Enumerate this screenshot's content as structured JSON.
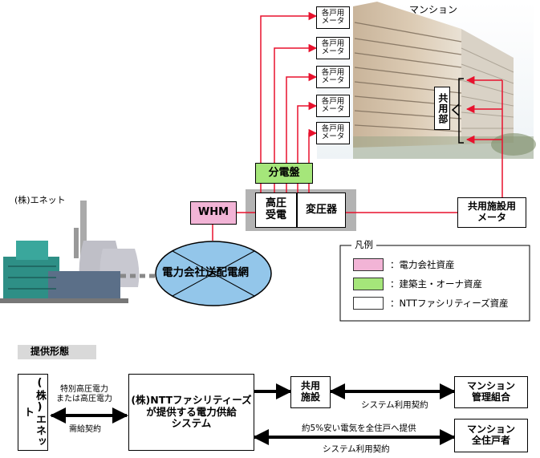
{
  "top": {
    "company_label": "(株)エネット",
    "building_label": "マンション",
    "meter_label": "各戸用\nメータ",
    "common_area_label": "共用部",
    "distribution_panel": "分電盤",
    "hv_receiving": "高圧\n受電",
    "transformer": "変圧器",
    "whm": "WHM",
    "grid": "電力会社送配電網",
    "common_meter": "共用施設用\nメータ"
  },
  "legend": {
    "title": "凡例",
    "items": [
      {
        "label": "：電力会社資産",
        "color": "#f2b4d6"
      },
      {
        "label": "：建築主・オーナ資産",
        "color": "#a5e67a"
      },
      {
        "label": "：NTTファシリティーズ資産",
        "color": "#ffffff"
      }
    ]
  },
  "bottom": {
    "heading": "提供形態",
    "ennet": "(株)エネット",
    "supply_note": "特別高圧電力\nまたは高圧電力",
    "contract": "需給契約",
    "ntt_system": "(株)NTTファシリティーズ\nが提供する電力供給\nシステム",
    "common_facility": "共用\n施設",
    "system_contract": "システム利用契約",
    "management": "マンション\n管理組合",
    "discount_note": "約5%安い電気を全住戸へ提供",
    "residents": "マンション\n全住戸者",
    "system_contract_bottom": "システム利用契約"
  },
  "colors": {
    "red_line": "#e8112d",
    "pink": "#f2b4d6",
    "green": "#a5e67a",
    "gray_plate": "#b3b3b3",
    "grid_fill": "#93c6ea"
  }
}
